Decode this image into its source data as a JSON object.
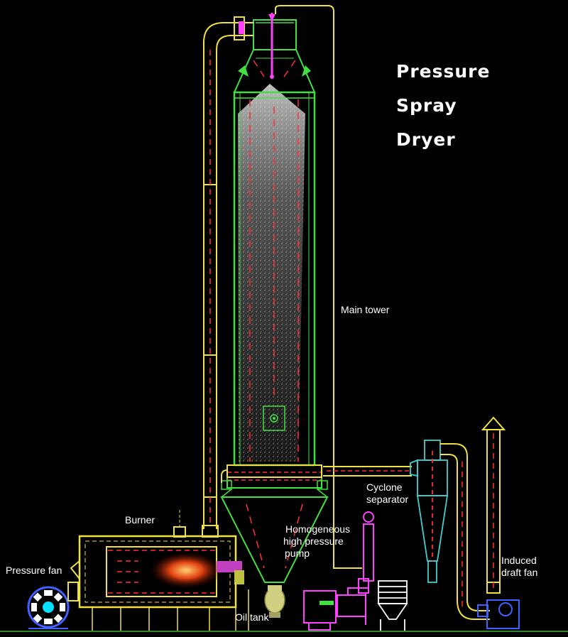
{
  "title": {
    "line1": "Pressure",
    "line2": "Spray",
    "line3": "Dryer"
  },
  "labels": {
    "main_tower": "Main tower",
    "cyclone_line1": "Cyclone",
    "cyclone_line2": "separator",
    "burner": "Burner",
    "pump_line1": "Homogeneous",
    "pump_line2": "high pressure",
    "pump_line3": "pump",
    "induced_line1": "Induced",
    "induced_line2": "draft fan",
    "pressure_fan": "Pressure fan",
    "oil_tank": "Oil tank"
  },
  "colors": {
    "background": "#000000",
    "duct": "#f0e040",
    "tower": "#40e040",
    "flow": "#ff3030",
    "piping": "#ff40ff",
    "fan": "#4040ff",
    "text": "#ffffff"
  }
}
